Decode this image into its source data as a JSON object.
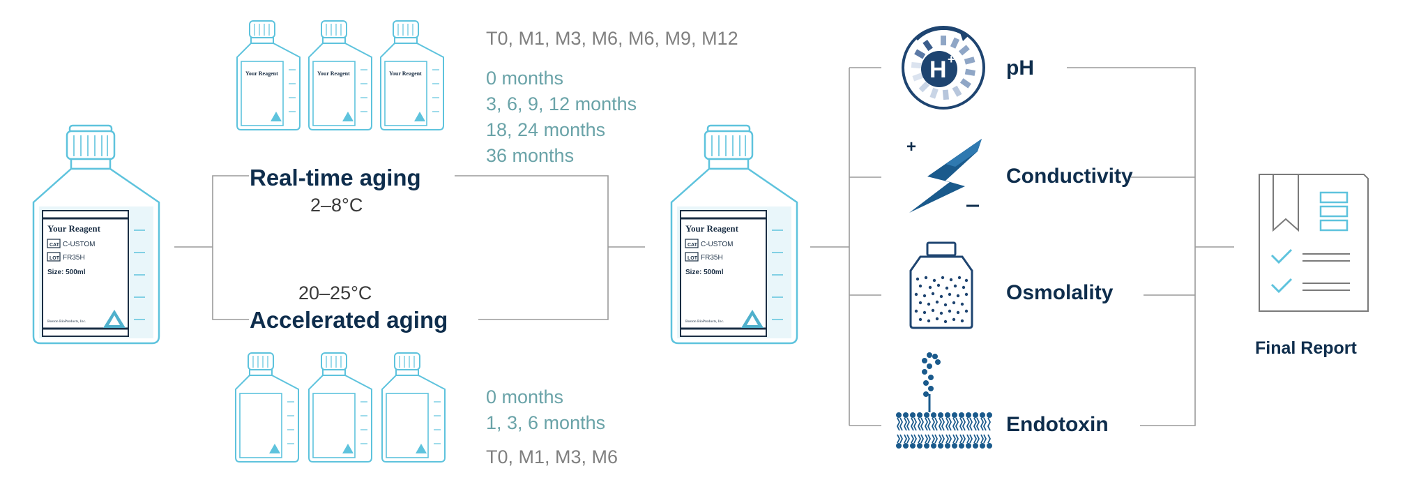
{
  "realtime": {
    "title": "Real-time aging",
    "temp": "2–8°C",
    "timepoints_code": "T0, M1, M3, M6, M6, M9, M12",
    "months": [
      "0 months",
      "3, 6, 9, 12 months",
      "18, 24 months",
      "36 months"
    ]
  },
  "accelerated": {
    "title": "Accelerated aging",
    "temp": "20–25°C",
    "timepoints_code": "T0, M1, M3, M6",
    "months": [
      "0 months",
      "1, 3, 6 months"
    ]
  },
  "bottle_label": {
    "name": "Your Reagent",
    "cat_tag": "CAT",
    "cat_value": "C-USTOM",
    "lot_tag": "LOT",
    "lot_value": "FR35H",
    "size": "Size: 500ml",
    "maker": "Boston BioProducts, Inc."
  },
  "small_bottle_label": {
    "name": "Your Reagent"
  },
  "tests": {
    "ph": "pH",
    "conductivity": "Conductivity",
    "osmolality": "Osmolality",
    "endotoxin": "Endotoxin"
  },
  "final_report": "Final Report",
  "colors": {
    "navy": "#0e2d4c",
    "bottle_line": "#5ec3dd",
    "teal_text": "#6aa3a8",
    "gray_text": "#808080",
    "connector": "#9a9a9a"
  }
}
